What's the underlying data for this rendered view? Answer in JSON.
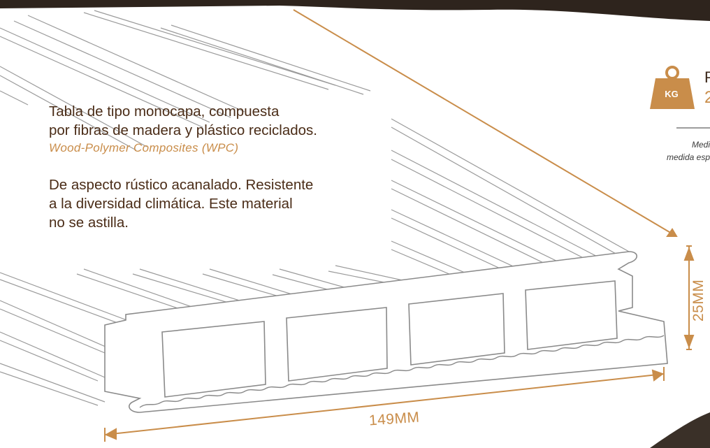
{
  "description": {
    "line1": "Tabla de tipo monocapa, compuesta",
    "line2": "por fibras de madera y plástico reciclados.",
    "material": "Wood-Polymer Composites (WPC)",
    "line3": "De aspecto rústico acanalado. Resistente",
    "line4": "a la diversidad climática. Este material",
    "line5": "no se astilla."
  },
  "weight": {
    "icon": "weight-kg-icon",
    "badge_label": "KG",
    "title": "P",
    "value": "2"
  },
  "note": {
    "line1": "Medi",
    "line2": "medida esp"
  },
  "dimensions": {
    "width": "149MM",
    "height": "25MM"
  },
  "colors": {
    "accent": "#c98d4a",
    "text": "#4a2c17",
    "board_stroke": "#8a8a8a",
    "wood_dark": "#2e241d"
  }
}
